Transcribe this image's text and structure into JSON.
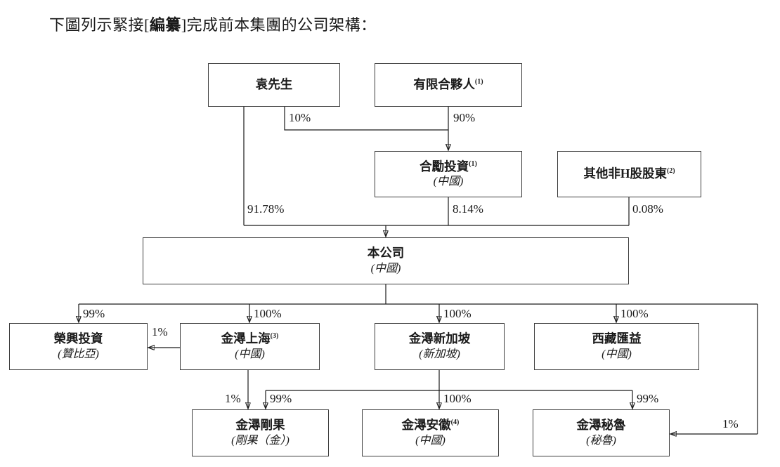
{
  "title": {
    "prefix": "下圖列示緊接[",
    "redacted": "編纂",
    "suffix": "]完成前本集團的公司架構："
  },
  "nodes": {
    "yuan": {
      "name": "袁先生"
    },
    "limited_partners": {
      "name": "有限合夥人",
      "note": "(1)"
    },
    "heli_investment": {
      "name": "合勵投資",
      "note": "(1)",
      "jurisdiction": "(中國)"
    },
    "other_non_h_shareholders": {
      "name": "其他非H股股東",
      "note": "(2)"
    },
    "the_company": {
      "name": "本公司",
      "jurisdiction": "(中國)"
    },
    "rongxing_investment": {
      "name": "榮興投資",
      "jurisdiction": "(贊比亞)"
    },
    "jinxun_shanghai": {
      "name": "金潯上海",
      "note": "(3)",
      "jurisdiction": "(中國)"
    },
    "jinxun_singapore": {
      "name": "金潯新加坡",
      "jurisdiction": "(新加坡)"
    },
    "tibet_huiyi": {
      "name": "西藏匯益",
      "jurisdiction": "(中國)"
    },
    "jinxun_congo": {
      "name": "金潯剛果",
      "jurisdiction": "(剛果（金）)"
    },
    "jinxun_anhui": {
      "name": "金潯安徽",
      "note": "(4)",
      "jurisdiction": "(中國)"
    },
    "jinxun_peru": {
      "name": "金潯秘魯",
      "jurisdiction": "(秘魯)"
    }
  },
  "ownership_labels": {
    "yuan_to_heli": "10%",
    "lp_to_heli": "90%",
    "yuan_to_company": "91.78%",
    "heli_to_company": "8.14%",
    "other_to_company": "0.08%",
    "company_to_rongxing": "99%",
    "company_to_shanghai": "100%",
    "company_to_singapore": "100%",
    "company_to_tibet": "100%",
    "shanghai_to_rongxing": "1%",
    "shanghai_to_congo": "1%",
    "singapore_to_congo": "99%",
    "singapore_to_anhui": "100%",
    "singapore_to_peru": "99%",
    "company_to_peru": "1%"
  },
  "colors": {
    "background": "#ffffff",
    "line": "#1a1a1a",
    "box_border": "#3d3d3d",
    "text": "#1a1a1a"
  }
}
